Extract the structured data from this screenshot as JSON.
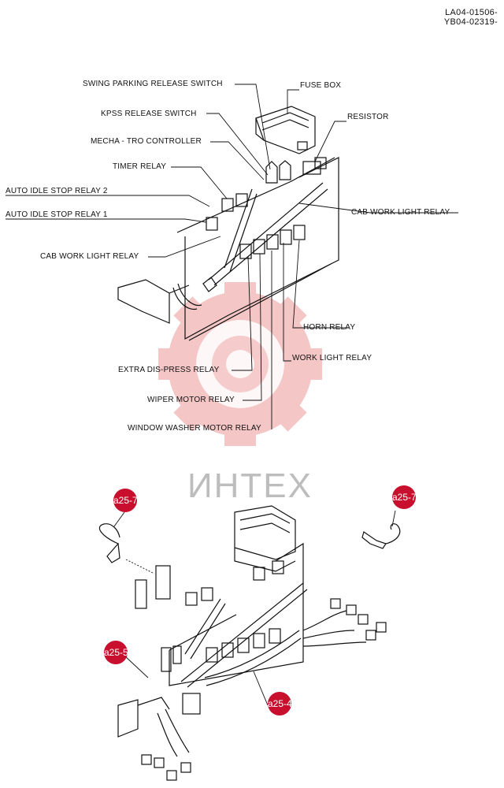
{
  "doc_codes": [
    "LA04-01506-",
    "YB04-02319-"
  ],
  "top_labels": {
    "swing_parking_release_switch": "SWING PARKING RELEASE SWITCH",
    "fuse_box": "FUSE BOX",
    "kpss_release_switch": "KPSS RELEASE SWITCH",
    "resistor": "RESISTOR",
    "mecha_tro_controller": "MECHA - TRO CONTROLLER",
    "timer_relay": "TIMER RELAY",
    "auto_idle_stop_relay_2": "AUTO IDLE STOP RELAY 2",
    "auto_idle_stop_relay_1": "AUTO IDLE STOP RELAY 1",
    "cab_work_light_relay_right": "CAB WORK LIGHT RELAY",
    "cab_work_light_relay_left": "CAB WORK LIGHT RELAY",
    "horn_relay": "HORN RELAY",
    "work_light_relay": "WORK LIGHT RELAY",
    "extra_dis_press_relay": "EXTRA DIS-PRESS RELAY",
    "wiper_motor_relay": "WIPER MOTOR RELAY",
    "window_washer_motor_relay": "WINDOW WASHER MOTOR RELAY"
  },
  "watermark": "ИНТЕХ",
  "callouts": {
    "left_clip": "a25-7",
    "right_clip": "a25-7",
    "left_lower": "a25-5",
    "harness": "a25-4"
  },
  "colors": {
    "callout_red": "#c8102e",
    "watermark_red": "#f2b8b8",
    "watermark_grey": "#bdbdbd"
  }
}
